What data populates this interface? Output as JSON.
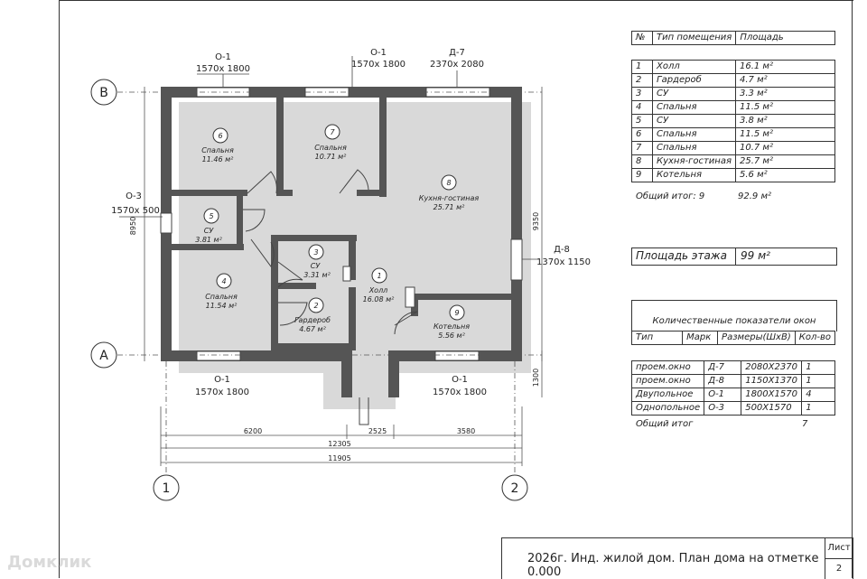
{
  "axes": {
    "top_left": "B",
    "bottom_left": "A",
    "bottom_1": "1",
    "bottom_2": "2"
  },
  "windows": {
    "top1_mark": "О-1",
    "top1_size": "1570х 1800",
    "top2_mark": "О-1",
    "top2_size": "1570х 1800",
    "top3_mark": "Д-7",
    "top3_size": "2370х 2080",
    "left_mark": "О-3",
    "left_size": "1570х 500",
    "right_mark": "Д-8",
    "right_size": "1370х 1150",
    "bot1_mark": "О-1",
    "bot1_size": "1570х 1800",
    "bot2_mark": "О-1",
    "bot2_size": "1570х 1800"
  },
  "rooms": [
    {
      "num": "6",
      "name": "Спальня",
      "area": "11.46 м²"
    },
    {
      "num": "7",
      "name": "Спальня",
      "area": "10.71 м²"
    },
    {
      "num": "8",
      "name": "Кухня-гостиная",
      "area": "25.71 м²"
    },
    {
      "num": "5",
      "name": "СУ",
      "area": "3.81 м²"
    },
    {
      "num": "3",
      "name": "СУ",
      "area": "3.31 м²"
    },
    {
      "num": "1",
      "name": "Холл",
      "area": "16.08 м²"
    },
    {
      "num": "4",
      "name": "Спальня",
      "area": "11.54 м²"
    },
    {
      "num": "2",
      "name": "Гардероб",
      "area": "4.67 м²"
    },
    {
      "num": "9",
      "name": "Котельня",
      "area": "5.56 м²"
    }
  ],
  "dims": {
    "left_height": "8950",
    "right_height": "9350",
    "right_low": "1300",
    "seg1": "6200",
    "seg2": "2525",
    "seg3": "3580",
    "total1": "12305",
    "total2": "11905"
  },
  "room_table": {
    "headers": [
      "№",
      "Тип помещения",
      "Площадь"
    ],
    "rows": [
      [
        "1",
        "Холл",
        "16.1 м²"
      ],
      [
        "2",
        "Гардероб",
        "4.7 м²"
      ],
      [
        "3",
        "СУ",
        "3.3 м²"
      ],
      [
        "4",
        "Спальня",
        "11.5 м²"
      ],
      [
        "5",
        "СУ",
        "3.8 м²"
      ],
      [
        "6",
        "Спальня",
        "11.5 м²"
      ],
      [
        "7",
        "Спальня",
        "10.7 м²"
      ],
      [
        "8",
        "Кухня-гостиная",
        "25.7 м²"
      ],
      [
        "9",
        "Котельня",
        "5.6 м²"
      ]
    ],
    "total_label": "Общий итог: 9",
    "total_value": "92.9 м²"
  },
  "floor_area": {
    "label": "Площадь этажа",
    "value": "99 м²"
  },
  "window_table": {
    "title": "Количественные показатели окон",
    "headers": [
      "Тип",
      "Марк",
      "Размеры(ШхВ)",
      "Кол-во"
    ],
    "rows": [
      [
        "проем.окно",
        "Д-7",
        "2080Х2370",
        "1"
      ],
      [
        "проем.окно",
        "Д-8",
        "1150Х1370",
        "1"
      ],
      [
        "Двупольное",
        "О-1",
        "1800Х1570",
        "4"
      ],
      [
        "Однопольное",
        "О-3",
        "500Х1570",
        "1"
      ]
    ],
    "total_label": "Общий итог",
    "total_value": "7"
  },
  "title_block": {
    "text": "2026г. Инд. жилой дом. План дома на отметке 0.000",
    "sheet_label": "Лист",
    "sheet_num": "2"
  },
  "watermark": "Домклик"
}
